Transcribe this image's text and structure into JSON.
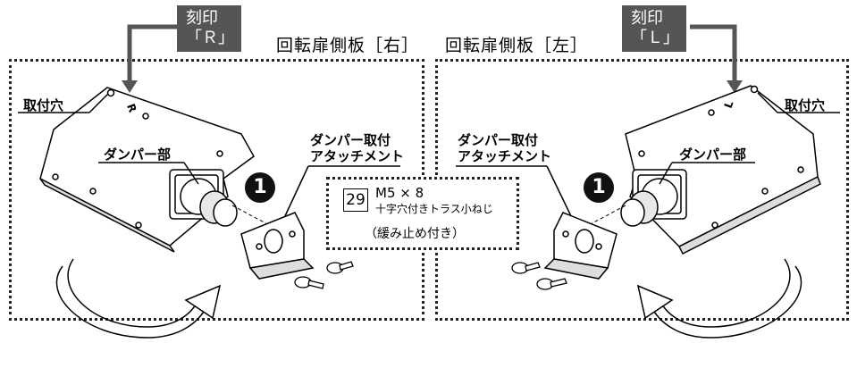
{
  "left_panel": {
    "stamp_label": "刻印",
    "stamp_value": "「Ｒ」",
    "title": "回転扉側板［右］",
    "mount_hole_label": "取付穴",
    "damper_label": "ダンパー部",
    "attachment_label_line1": "ダンパー取付",
    "attachment_label_line2": "アタッチメント",
    "step_number": "1",
    "engraved_letter": "R"
  },
  "right_panel": {
    "stamp_label": "刻印",
    "stamp_value": "「Ｌ」",
    "title": "回転扉側板［左］",
    "mount_hole_label": "取付穴",
    "damper_label": "ダンパー部",
    "attachment_label_line1": "ダンパー取付",
    "attachment_label_line2": "アタッチメント",
    "step_number": "1",
    "engraved_letter": "L"
  },
  "screw_spec": {
    "part_number": "29",
    "size": "M5 × 8",
    "name": "十字穴付きトラス小ねじ",
    "note": "（緩み止め付き）"
  },
  "colors": {
    "stamp_box": "#555555",
    "arrow": "#555555",
    "step_badge": "#111111"
  }
}
